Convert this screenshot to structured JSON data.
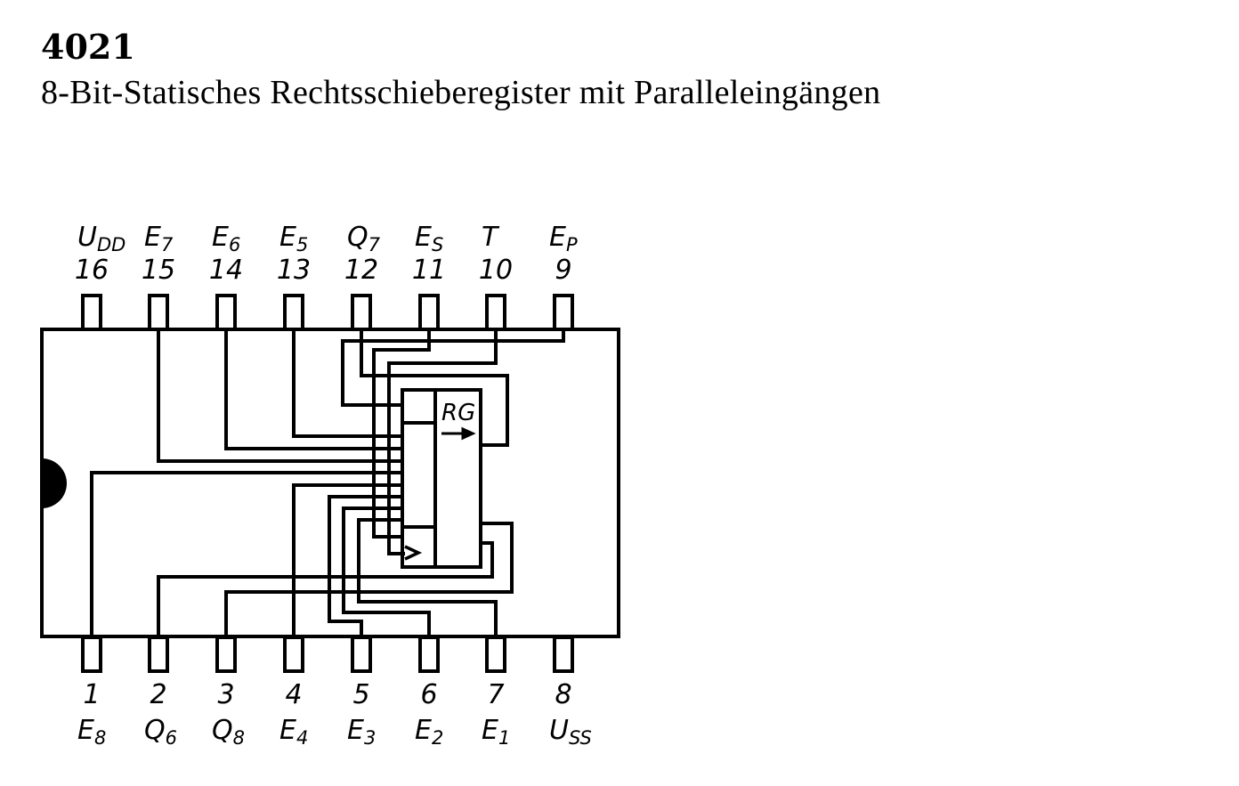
{
  "header": {
    "part_number": "4021",
    "description": "8-Bit-Statisches Rechtsschieberegister mit Paralleleingängen"
  },
  "chip": {
    "block_label": "RG",
    "top_pins": [
      {
        "number": "16",
        "name": "U",
        "sub": "DD"
      },
      {
        "number": "15",
        "name": "E",
        "sub": "7"
      },
      {
        "number": "14",
        "name": "E",
        "sub": "6"
      },
      {
        "number": "13",
        "name": "E",
        "sub": "5"
      },
      {
        "number": "12",
        "name": "Q",
        "sub": "7"
      },
      {
        "number": "11",
        "name": "E",
        "sub": "S"
      },
      {
        "number": "10",
        "name": "T",
        "sub": ""
      },
      {
        "number": "9",
        "name": "E",
        "sub": "P"
      }
    ],
    "bottom_pins": [
      {
        "number": "1",
        "name": "E",
        "sub": "8"
      },
      {
        "number": "2",
        "name": "Q",
        "sub": "6"
      },
      {
        "number": "3",
        "name": "Q",
        "sub": "8"
      },
      {
        "number": "4",
        "name": "E",
        "sub": "4"
      },
      {
        "number": "5",
        "name": "E",
        "sub": "3"
      },
      {
        "number": "6",
        "name": "E",
        "sub": "2"
      },
      {
        "number": "7",
        "name": "E",
        "sub": "1"
      },
      {
        "number": "8",
        "name": "U",
        "sub": "SS"
      }
    ]
  }
}
